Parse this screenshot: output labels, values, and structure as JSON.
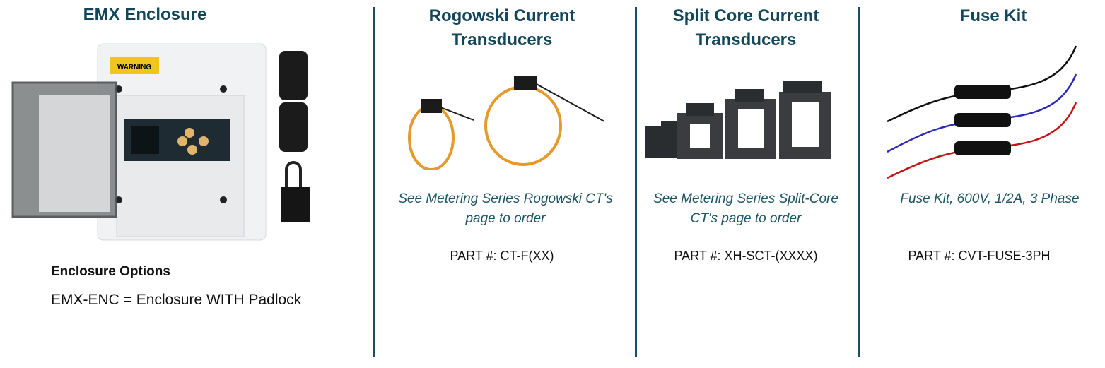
{
  "sections": [
    {
      "title": "EMX Enclosure",
      "options_heading": "Enclosure Options",
      "options_text": "EMX-ENC = Enclosure WITH Padlock",
      "warning_label": "WARNING"
    },
    {
      "title": "Rogowski Current Transducers",
      "description": "See Metering Series Rogowski CT's page to order",
      "part": "PART #: CT-F(XX)"
    },
    {
      "title": "Split Core Current Transducers",
      "description": "See Metering Series Split-Core CT's page to order",
      "part": "PART #: XH-SCT-(XXXX)"
    },
    {
      "title": "Fuse Kit",
      "description": "Fuse Kit, 600V, 1/2A, 3 Phase",
      "part": "PART #: CVT-FUSE-3PH"
    }
  ],
  "colors": {
    "title": "#12465a",
    "divider": "#1d4e5f",
    "description": "#1d5566"
  }
}
